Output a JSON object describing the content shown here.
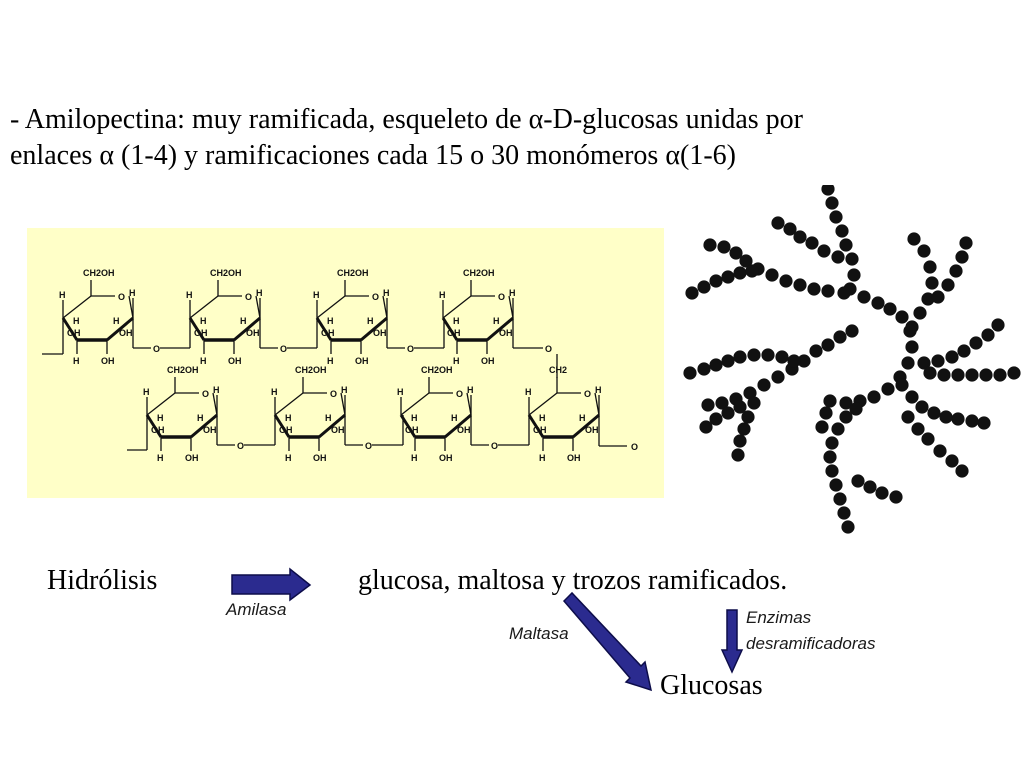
{
  "heading": {
    "line1": "- Amilopectina: muy ramificada, esqueleto de α-D-glucosas unidas por",
    "line2": "enlaces α (1-4) y ramificaciones cada 15 o 30 monómeros α(1-6)"
  },
  "structure": {
    "ring_labels": {
      "ch2oh": "CH2OH",
      "ch2": "CH2",
      "o": "O",
      "h": "H",
      "oh": "OH"
    }
  },
  "reaction": {
    "hidrolisis": "Hidrólisis",
    "products": "glucosa, maltosa y trozos ramificados.",
    "amilasa": "Amilasa",
    "maltasa": "Maltasa",
    "enzimas_line1": "Enzimas",
    "enzimas_line2": "desramificadoras",
    "glucosas": "Glucosas"
  },
  "colors": {
    "panel": "#ffffc8",
    "arrow_fill": "#2b2b8f",
    "arrow_stroke": "#0d0d4a",
    "dot": "#111111"
  }
}
